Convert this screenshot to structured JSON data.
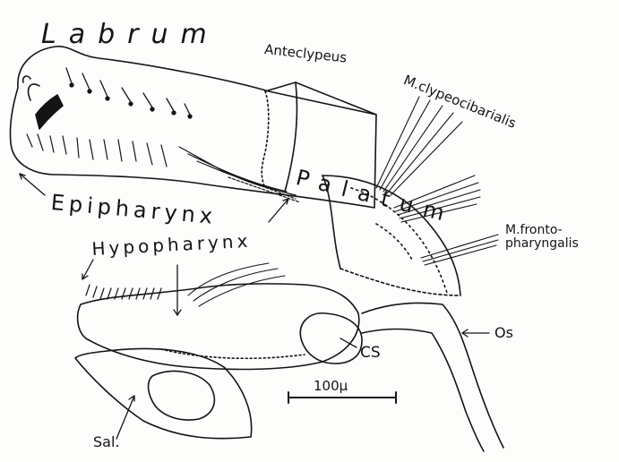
{
  "labels": {
    "labrum": "Labrum",
    "anteclypeus": "Anteclypeus",
    "m_clypeocibarialis": "M.clypeocibarialis",
    "m_frontopharyngalis_line1": "M.fronto-",
    "m_frontopharyngalis_line2": "pharyngalis",
    "epipharynx": "Epipharynx",
    "palatum": "Palatum",
    "hypopharynx": "Hypopharynx",
    "cs": "CS",
    "os": "Os",
    "scale": "100μ",
    "sal": "Sal."
  },
  "style": {
    "ink": "#141414",
    "paper": "#fdfdfc"
  }
}
